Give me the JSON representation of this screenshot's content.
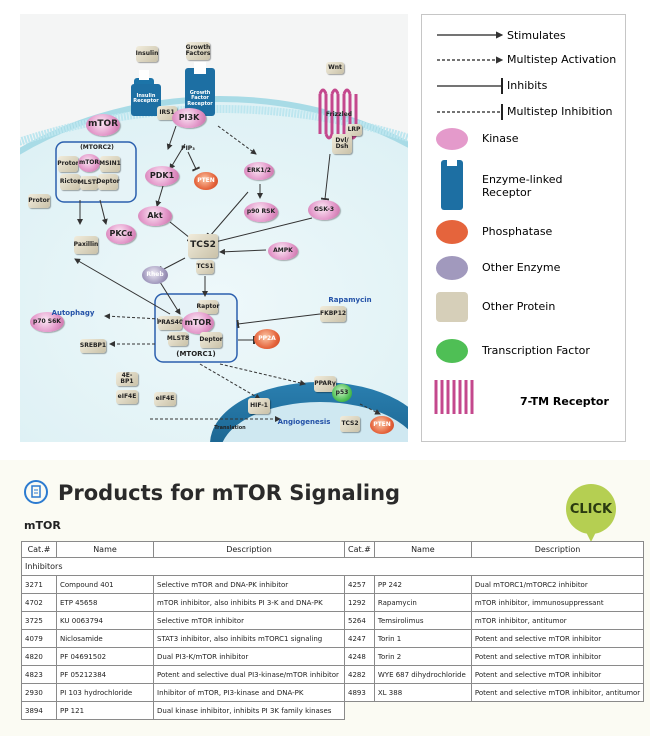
{
  "diagram": {
    "ligands": [
      "Insulin",
      "Growth Factors",
      "Wnt"
    ],
    "receptors": [
      "Insulin Receptor",
      "Growth Factor Receptor",
      "Frizzled"
    ],
    "nodes": {
      "mtor_top": "mTOR",
      "mtorc2_label": "(MTORC2)",
      "protor": "Protor",
      "mtor_c2": "mTOR",
      "msin1": "MSIN1",
      "rictor": "Rictor",
      "mlst8_c2": "MLST8",
      "deptor_c2": "Deptor",
      "protor_out": "Protor",
      "irs1": "IRS1",
      "pi3k": "PI3K",
      "pip3": "PIP₃",
      "pdk1": "PDK1",
      "pten": "PTEN",
      "akt": "Akt",
      "paxillin": "Paxillin",
      "pkca": "PKCα",
      "erk": "ERK1/2",
      "p90rsk": "p90 RSK",
      "lrp": "LRP",
      "dvl": "Dvl/ Dsh",
      "gsk3": "GSK-3",
      "tcs2": "TCS2",
      "tcs1": "TCS1",
      "ampk": "AMPK",
      "rheb": "Rheb",
      "p70s6k": "p70 S6K",
      "rapamycin": "Rapamycin",
      "fkbp12": "FKBP12",
      "autophagy": "Autophagy",
      "raptor": "Raptor",
      "pras40": "PRAS40",
      "mtor_c1": "mTOR",
      "mlst8_c1": "MLST8",
      "deptor_c1": "Deptor",
      "mtorc1_label": "(MTORC1)",
      "pp2a": "PP2A",
      "srebp1": "SREBP1",
      "ebp1": "4E-BP1",
      "eif4e_a": "eIF4E",
      "eif4e_b": "eIF4E",
      "hif1": "HIF-1",
      "ppary": "PPARγ",
      "p53": "p53",
      "translation": "Translation",
      "angiogenesis": "Angiogenesis",
      "tcs2_nuc": "TCS2",
      "pten_nuc": "PTEN"
    }
  },
  "legend": {
    "stimulates": "Stimulates",
    "multistep_activation": "Multistep Activation",
    "inhibits": "Inhibits",
    "multistep_inhibition": "Multistep Inhibition",
    "kinase": "Kinase",
    "enzyme_receptor": "Enzyme-linked Receptor",
    "phosphatase": "Phosphatase",
    "other_enzyme": "Other Enzyme",
    "other_protein": "Other Protein",
    "transcription_factor": "Transcription Factor",
    "receptor_7tm": "7-TM Receptor"
  },
  "products": {
    "title": "Products for mTOR Signaling",
    "click": "CLICK",
    "section": "mTOR",
    "headers": [
      "Cat.#",
      "Name",
      "Description",
      "Cat.#",
      "Name",
      "Description"
    ],
    "group": "Inhibitors",
    "left": [
      [
        "3271",
        "Compound 401",
        "Selective mTOR and DNA-PK inhibitor"
      ],
      [
        "4702",
        "ETP 45658",
        "mTOR inhibitor, also inhibits PI 3-K and DNA-PK"
      ],
      [
        "3725",
        "KU 0063794",
        "Selective mTOR inhibitor"
      ],
      [
        "4079",
        "Niclosamide",
        "STAT3 inhibitor, also inhibits mTORC1 signaling"
      ],
      [
        "4820",
        "PF 04691502",
        "Dual PI3-K/mTOR inhibitor"
      ],
      [
        "4823",
        "PF 05212384",
        "Potent and selective dual PI3-kinase/mTOR inhibitor"
      ],
      [
        "2930",
        "PI 103 hydrochloride",
        "Inhibitor of mTOR, PI3-kinase and DNA-PK"
      ],
      [
        "3894",
        "PP 121",
        "Dual kinase inhibitor, inhibits PI 3K family kinases"
      ]
    ],
    "right": [
      [
        "4257",
        "PP 242",
        "Dual mTORC1/mTORC2 inhibitor"
      ],
      [
        "1292",
        "Rapamycin",
        "mTOR inhibitor, immunosuppressant"
      ],
      [
        "5264",
        "Temsirolimus",
        "mTOR inhibitor, antitumor"
      ],
      [
        "4247",
        "Torin 1",
        "Potent and selective mTOR inhibitor"
      ],
      [
        "4248",
        "Torin 2",
        "Potent and selective mTOR inhibitor"
      ],
      [
        "4282",
        "WYE 687 dihydrochloride",
        "Potent and selective mTOR inhibitor"
      ],
      [
        "4893",
        "XL 388",
        "Potent and selective mTOR inhibitor, antitumor"
      ]
    ]
  },
  "colors": {
    "membrane": "#bde6ef",
    "cell": "#dff1f5",
    "nucleus": "#1d6a93",
    "complex_border": "#2b5fae",
    "click": "#b5cf52"
  }
}
